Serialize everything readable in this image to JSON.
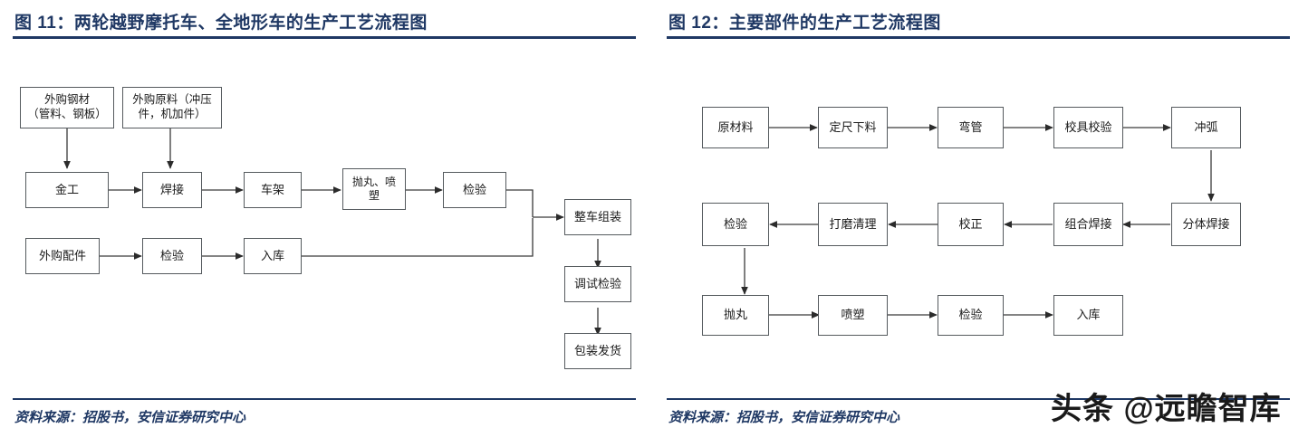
{
  "figures": [
    {
      "title": "图 11：两轮越野摩托车、全地形车的生产工艺流程图",
      "source": "资料来源：招股书，安信证券研究中心",
      "accent": "#1F3864",
      "nodes": [
        {
          "key": "n1",
          "label": "外购钢材\n（管料、钢板）"
        },
        {
          "key": "n2",
          "label": "外购原料（冲压\n件，机加件）"
        },
        {
          "key": "n3",
          "label": "金工"
        },
        {
          "key": "n4",
          "label": "焊接"
        },
        {
          "key": "n5",
          "label": "车架"
        },
        {
          "key": "n6",
          "label": "抛丸、喷\n塑"
        },
        {
          "key": "n7",
          "label": "检验"
        },
        {
          "key": "n8",
          "label": "外购配件"
        },
        {
          "key": "n9",
          "label": "检验"
        },
        {
          "key": "n10",
          "label": "入库"
        },
        {
          "key": "n11",
          "label": "整车组装"
        },
        {
          "key": "n12",
          "label": "调试检验"
        },
        {
          "key": "n13",
          "label": "包装发货"
        }
      ]
    },
    {
      "title": "图 12：主要部件的生产工艺流程图",
      "source": "资料来源：招股书，安信证券研究中心",
      "accent": "#1F3864",
      "nodes": [
        {
          "key": "r1",
          "label": "原材料"
        },
        {
          "key": "r2",
          "label": "定尺下料"
        },
        {
          "key": "r3",
          "label": "弯管"
        },
        {
          "key": "r4",
          "label": "校具校验"
        },
        {
          "key": "r5",
          "label": "冲弧"
        },
        {
          "key": "r6",
          "label": "分体焊接"
        },
        {
          "key": "r7",
          "label": "组合焊接"
        },
        {
          "key": "r8",
          "label": "校正"
        },
        {
          "key": "r9",
          "label": "打磨清理"
        },
        {
          "key": "r10",
          "label": "检验"
        },
        {
          "key": "r11",
          "label": "抛丸"
        },
        {
          "key": "r12",
          "label": "喷塑"
        },
        {
          "key": "r13",
          "label": "检验"
        },
        {
          "key": "r14",
          "label": "入库"
        }
      ]
    }
  ],
  "watermark": "头条 @远瞻智库"
}
